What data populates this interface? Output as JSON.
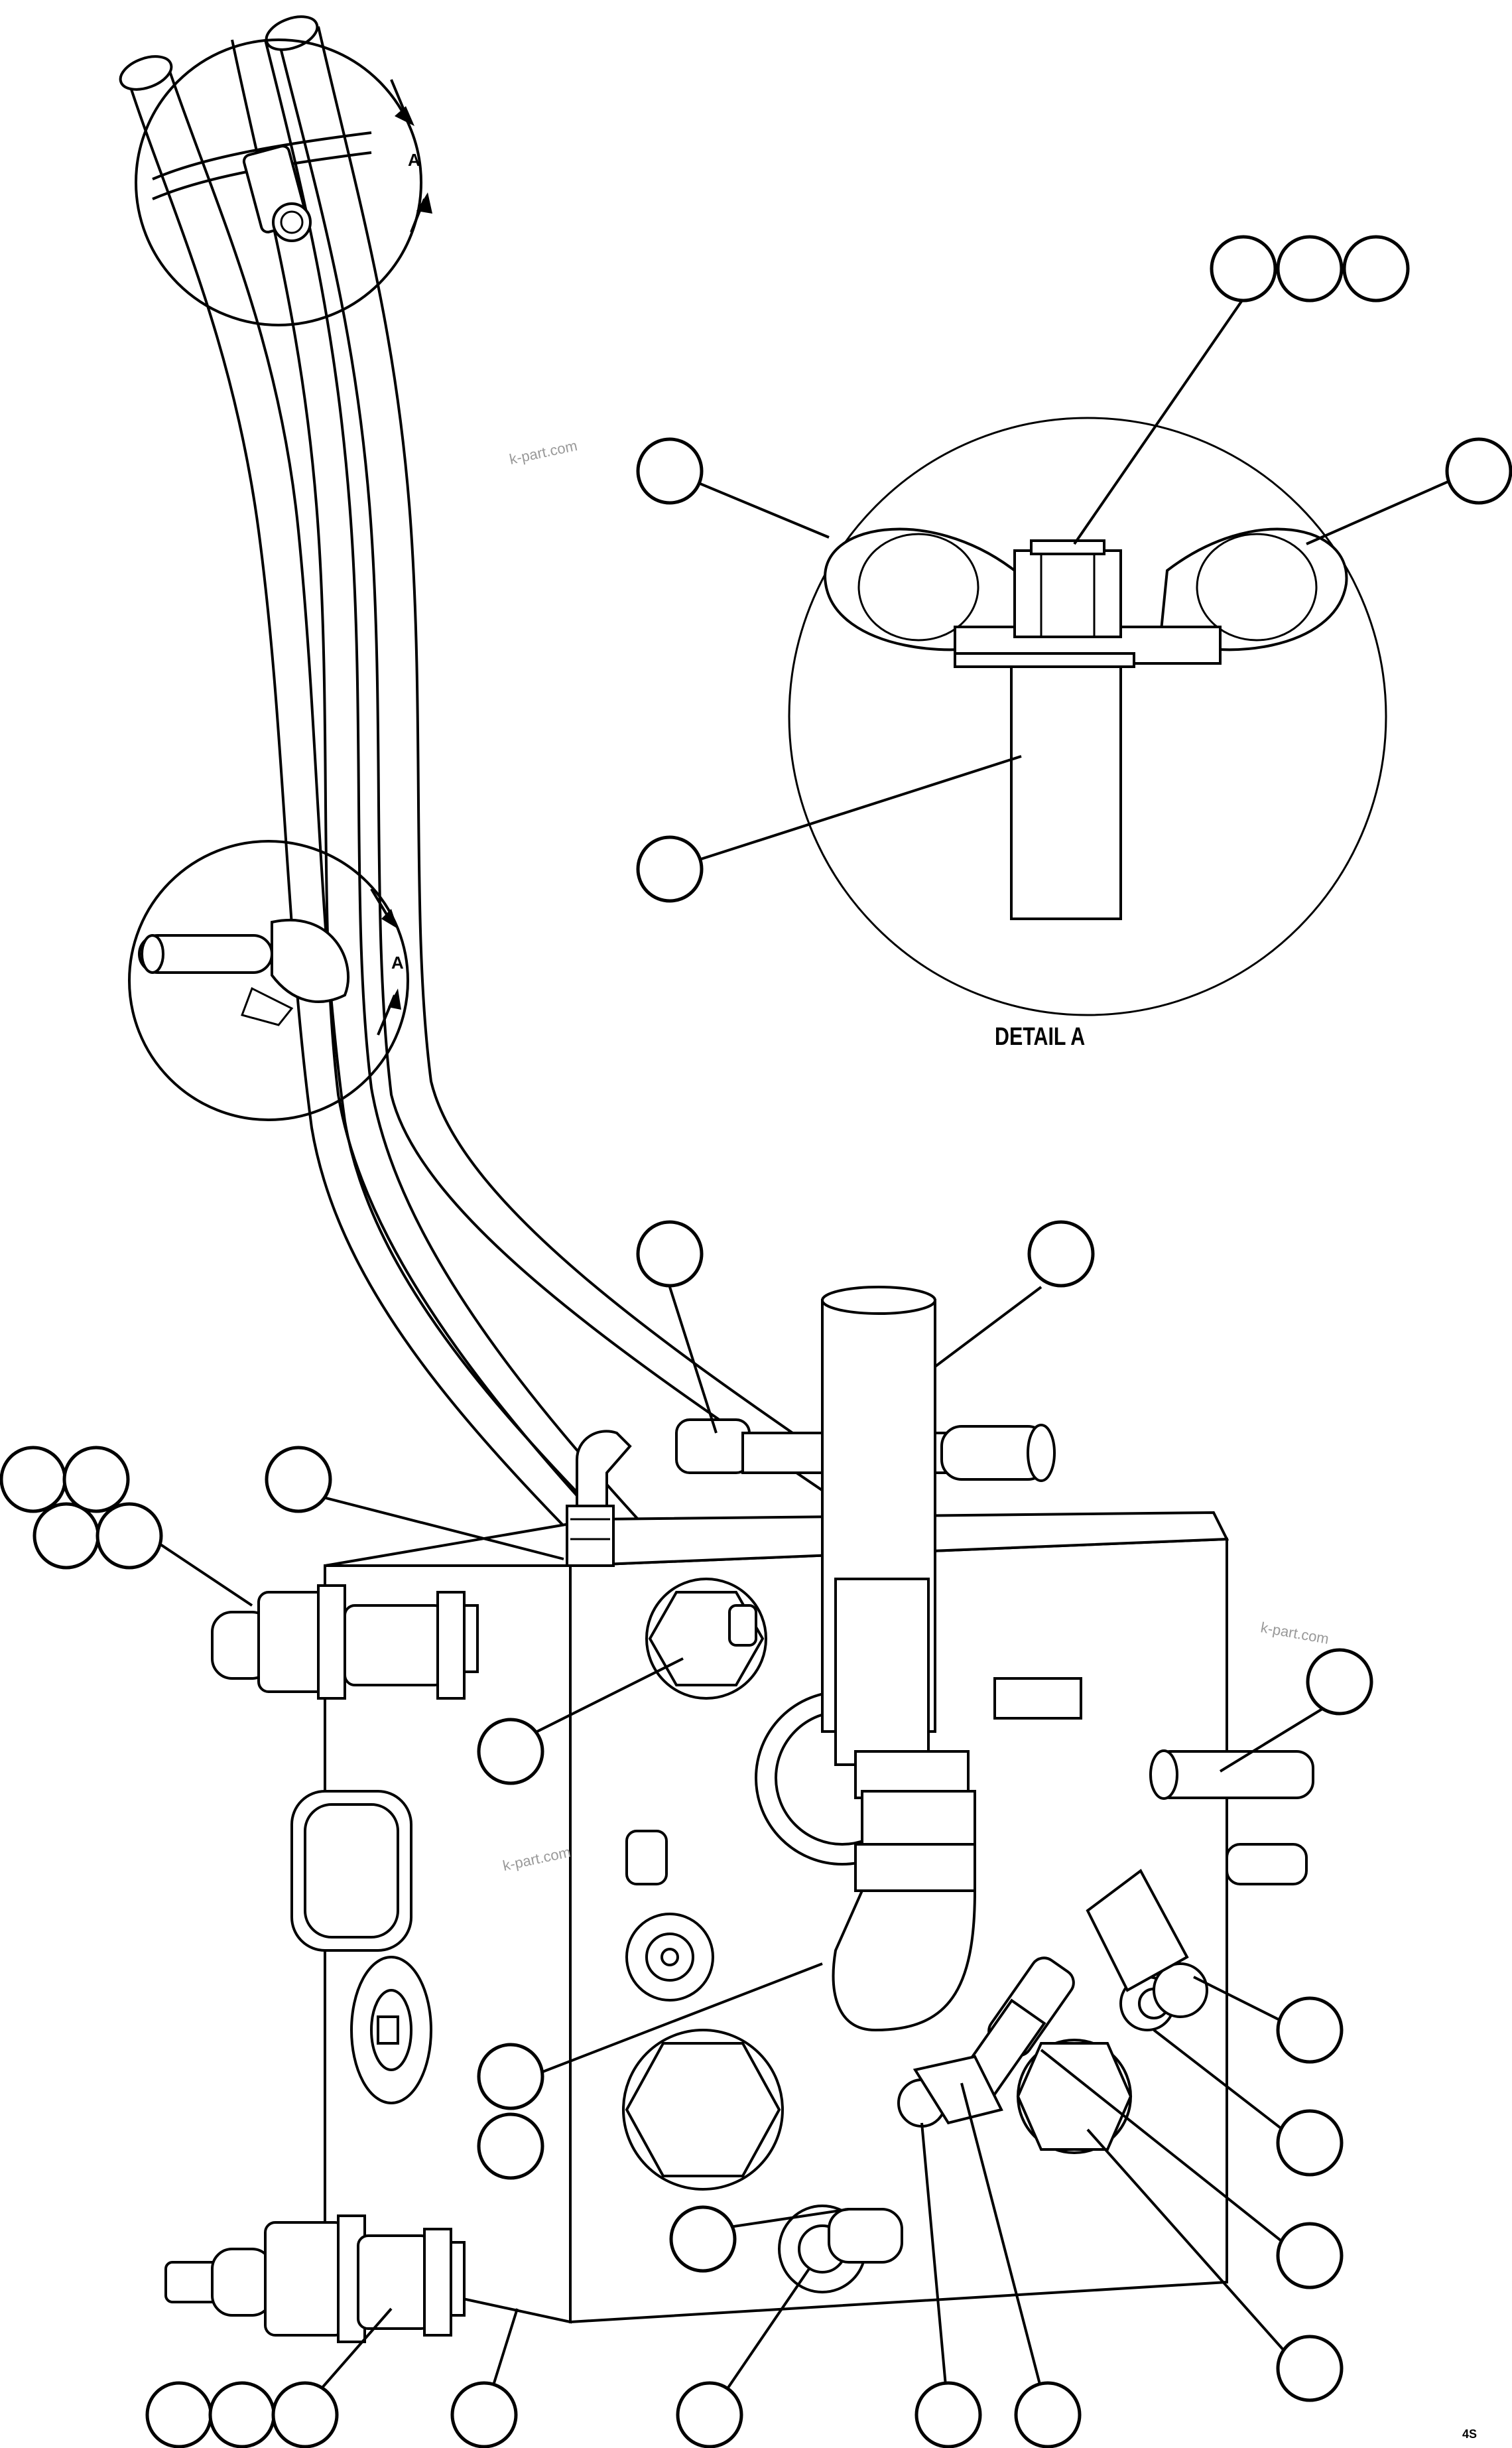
{
  "detail_marker_letter": "A",
  "detail_title": "DETAIL A",
  "watermark": "k-part.com",
  "corner_mark": "4S"
}
